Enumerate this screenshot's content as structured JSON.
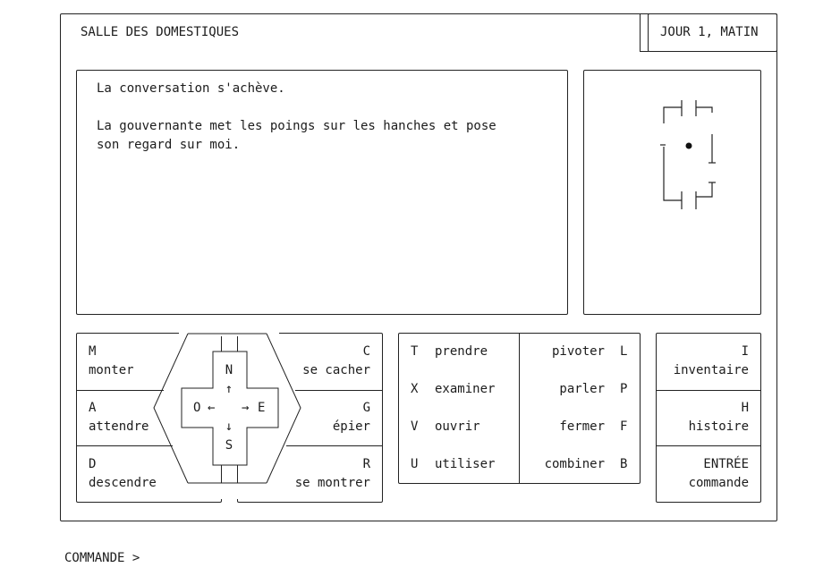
{
  "header": {
    "location": "SALLE DES DOMESTIQUES",
    "time": "JOUR 1, MATIN"
  },
  "narrative": {
    "line1": "La conversation s'achève.",
    "line2": "La gouvernante met les poings sur les hanches et pose",
    "line3": "son regard sur moi."
  },
  "movement": {
    "m": {
      "key": "M",
      "label": "monter"
    },
    "a": {
      "key": "A",
      "label": "attendre"
    },
    "d": {
      "key": "D",
      "label": "descendre"
    },
    "c": {
      "key": "C",
      "label": "se cacher"
    },
    "g": {
      "key": "G",
      "label": "épier"
    },
    "r": {
      "key": "R",
      "label": "se montrer"
    }
  },
  "compass": {
    "n": "N",
    "up": "↑",
    "o": "O",
    "left": "←",
    "e": "E",
    "right": "→",
    "down": "↓",
    "s": "S"
  },
  "actions": {
    "t": {
      "key": "T",
      "label": "prendre"
    },
    "x": {
      "key": "X",
      "label": "examiner"
    },
    "v": {
      "key": "V",
      "label": "ouvrir"
    },
    "u": {
      "key": "U",
      "label": "utiliser"
    },
    "l": {
      "key": "L",
      "label": "pivoter"
    },
    "p": {
      "key": "P",
      "label": "parler"
    },
    "f": {
      "key": "F",
      "label": "fermer"
    },
    "b": {
      "key": "B",
      "label": "combiner"
    }
  },
  "system": {
    "i": {
      "key": "I",
      "label": "inventaire"
    },
    "h": {
      "key": "H",
      "label": "histoire"
    },
    "enter": {
      "key": "ENTRÉE",
      "label": "commande"
    }
  },
  "prompt": {
    "label": "COMMANDE >"
  }
}
